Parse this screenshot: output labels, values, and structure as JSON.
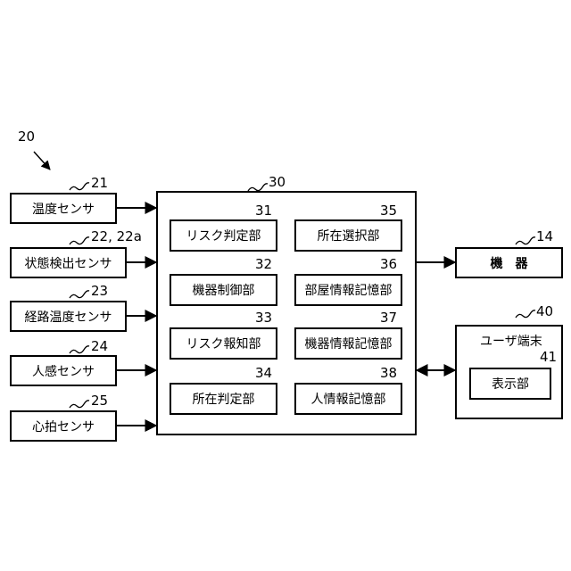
{
  "figure_number": "20",
  "sensors": [
    {
      "ref": "21",
      "label": "温度センサ"
    },
    {
      "ref": "22, 22a",
      "label": "状態検出センサ"
    },
    {
      "ref": "23",
      "label": "経路温度センサ"
    },
    {
      "ref": "24",
      "label": "人感センサ"
    },
    {
      "ref": "25",
      "label": "心拍センサ"
    }
  ],
  "controller": {
    "ref": "30",
    "units": [
      {
        "ref": "31",
        "label": "リスク判定部"
      },
      {
        "ref": "35",
        "label": "所在選択部"
      },
      {
        "ref": "32",
        "label": "機器制御部"
      },
      {
        "ref": "36",
        "label": "部屋情報記憶部"
      },
      {
        "ref": "33",
        "label": "リスク報知部"
      },
      {
        "ref": "37",
        "label": "機器情報記憶部"
      },
      {
        "ref": "34",
        "label": "所在判定部"
      },
      {
        "ref": "38",
        "label": "人情報記憶部"
      }
    ]
  },
  "device": {
    "ref": "14",
    "label": "機　器"
  },
  "user_terminal": {
    "ref": "40",
    "label": "ユーザ端末",
    "display": {
      "ref": "41",
      "label": "表示部"
    }
  }
}
